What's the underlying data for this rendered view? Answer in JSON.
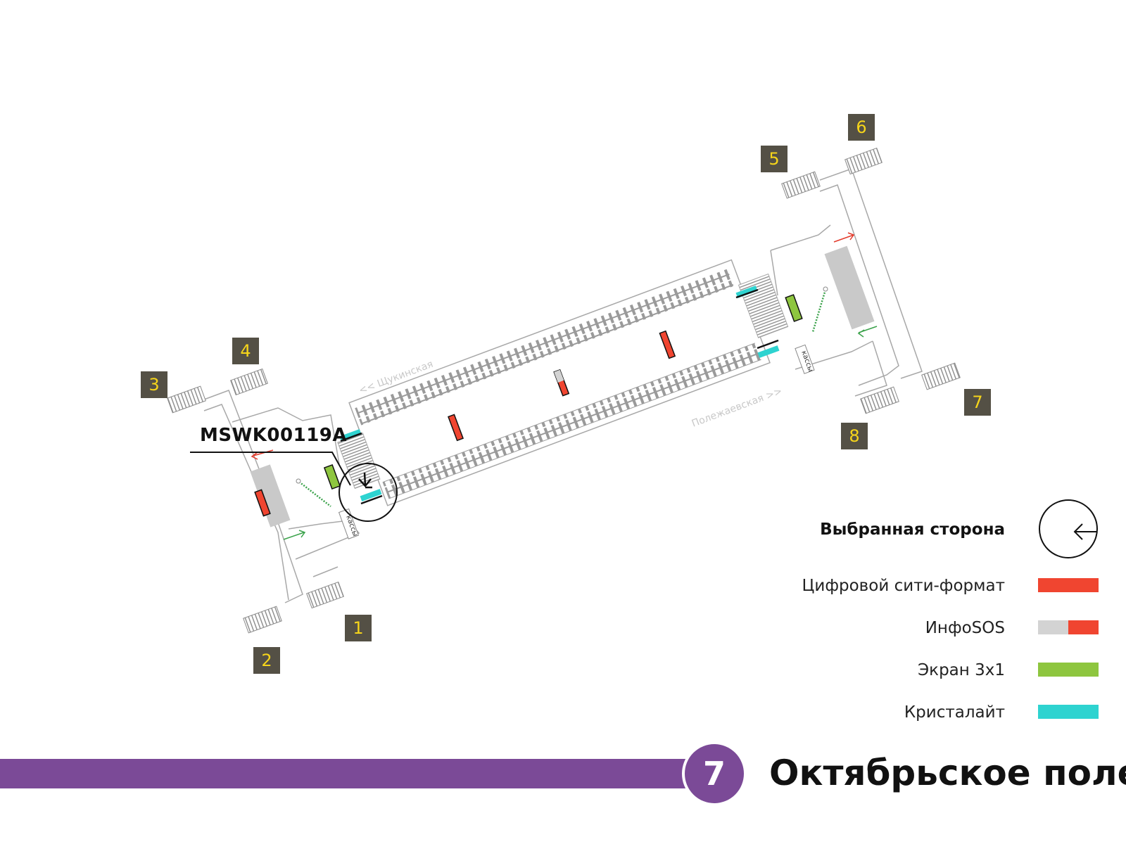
{
  "station": {
    "name": "Октябрьское поле",
    "line_number": "7",
    "line_color": "#7b4a97"
  },
  "device_code": "MSWK00119A",
  "exits": [
    "1",
    "2",
    "3",
    "4",
    "5",
    "6",
    "7",
    "8"
  ],
  "directions": {
    "upper": "<< Щукинская",
    "lower": "Полежаевская >>"
  },
  "cashier_label": "кассы",
  "legend": {
    "title": "Выбранная сторона",
    "items": [
      {
        "label": "Цифровой сити-формат",
        "color": "#f04530"
      },
      {
        "label": "ИнфоSOS",
        "color": "#f04530",
        "color2": "#d3d3d3"
      },
      {
        "label": "Экран 3x1",
        "color": "#8ec63f"
      },
      {
        "label": "Кристалайт",
        "color": "#2ed3d0"
      }
    ]
  },
  "colors": {
    "exit_box": "#545045",
    "exit_number": "#f6d51a",
    "wall": "#a8a8a8",
    "track": "#9a9a9a",
    "city_format": "#f04530",
    "infosos": "#d3d3d3",
    "screen": "#8ec63f",
    "crystalite": "#2ed3d0"
  }
}
